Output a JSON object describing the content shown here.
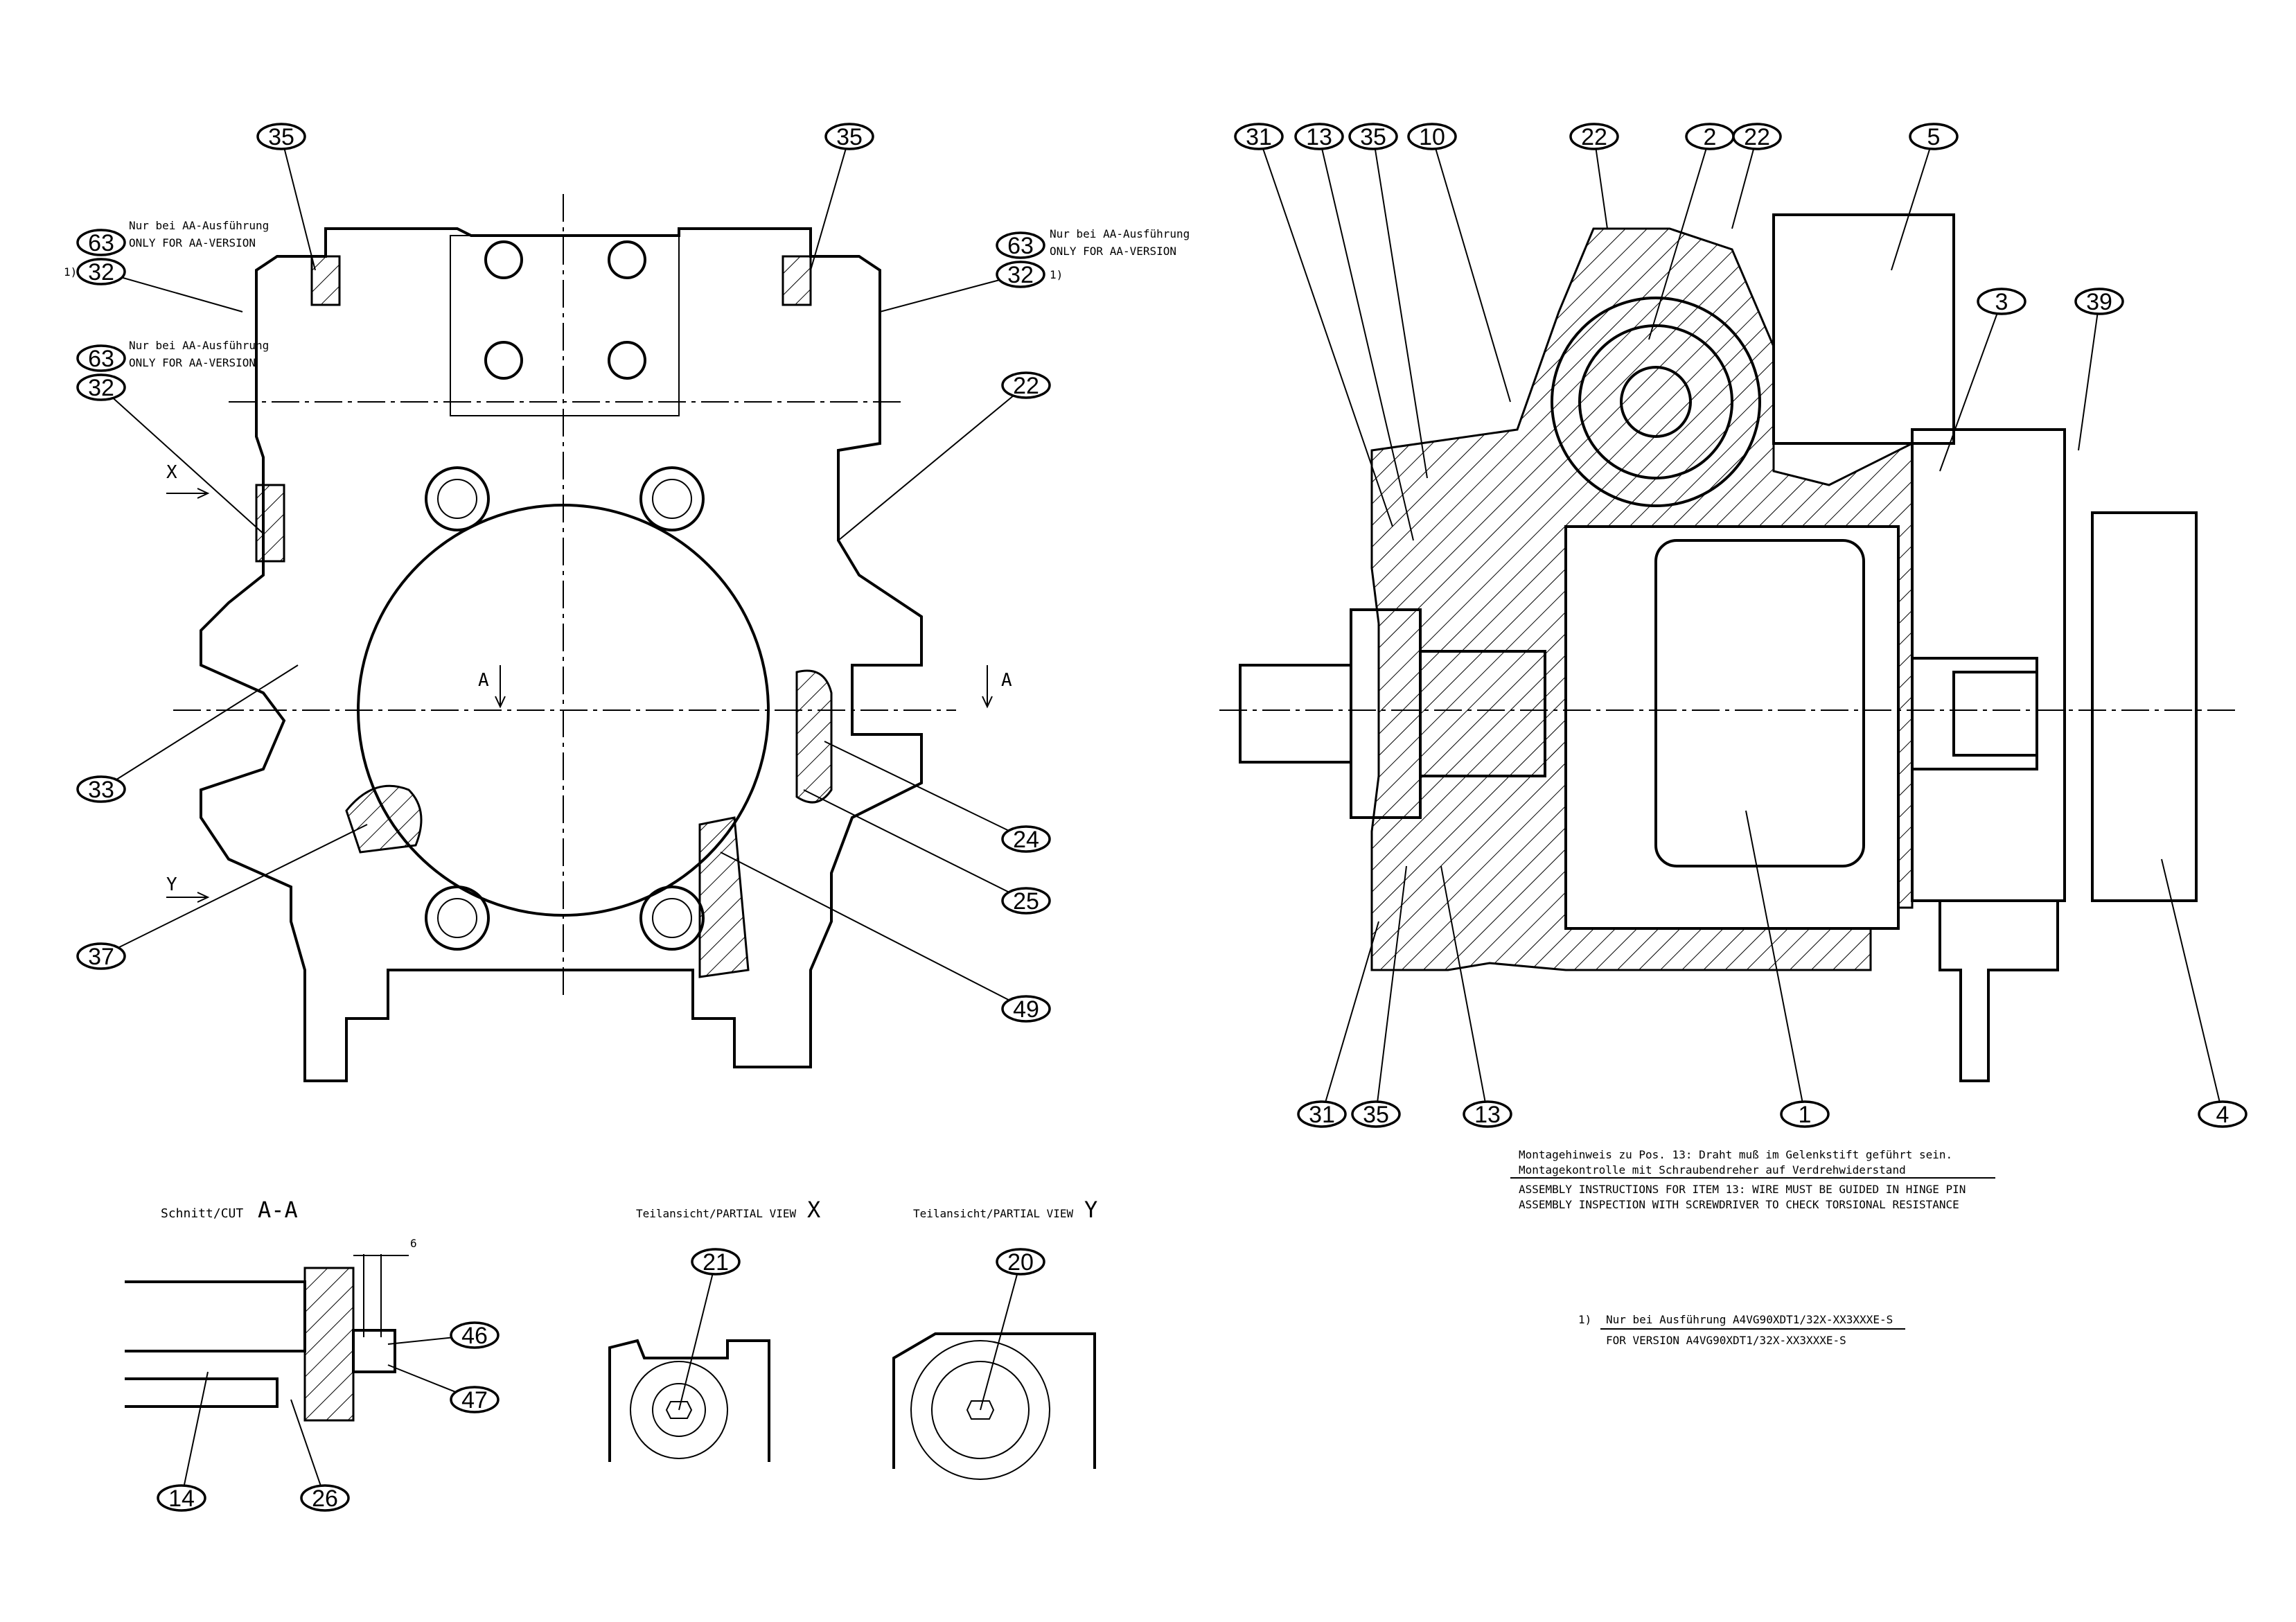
{
  "balloons": [
    "35",
    "35",
    "63",
    "32",
    "63",
    "32",
    "63",
    "32",
    "22",
    "33",
    "37",
    "24",
    "25",
    "49",
    "31",
    "13",
    "35",
    "10",
    "22",
    "2",
    "22",
    "5",
    "3",
    "39",
    "31",
    "35",
    "13",
    "1",
    "4",
    "46",
    "47",
    "14",
    "26",
    "21",
    "20"
  ],
  "notes": {
    "aa_de": "Nur bei AA-Ausführung",
    "aa_en": "ONLY FOR AA-VERSION",
    "footnote_marker": "1)",
    "assembly_de_1": "Montagehinweis zu Pos. 13: Draht muß im Gelenkstift geführt sein.",
    "assembly_de_2": "Montagekontrolle mit Schraubendreher auf Verdrehwiderstand",
    "assembly_en_1": "ASSEMBLY INSTRUCTIONS FOR ITEM 13: WIRE MUST BE GUIDED IN HINGE PIN",
    "assembly_en_2": "ASSEMBLY INSPECTION WITH SCREWDRIVER TO CHECK TORSIONAL RESISTANCE",
    "version_de": "Nur bei Ausführung A4VG90XDT1/32X-XX3XXXE-S",
    "version_en": "FOR VERSION A4VG90XDT1/32X-XX3XXXE-S"
  },
  "views": {
    "cut_prefix": "Schnitt/CUT",
    "cut_label": "A-A",
    "partial_prefix": "Teilansicht/PARTIAL VIEW",
    "partial_x": "X",
    "partial_y": "Y",
    "arrow_x": "X",
    "arrow_y": "Y",
    "arrow_a_left": "A",
    "arrow_a_right": "A",
    "dimension_6": "6"
  }
}
